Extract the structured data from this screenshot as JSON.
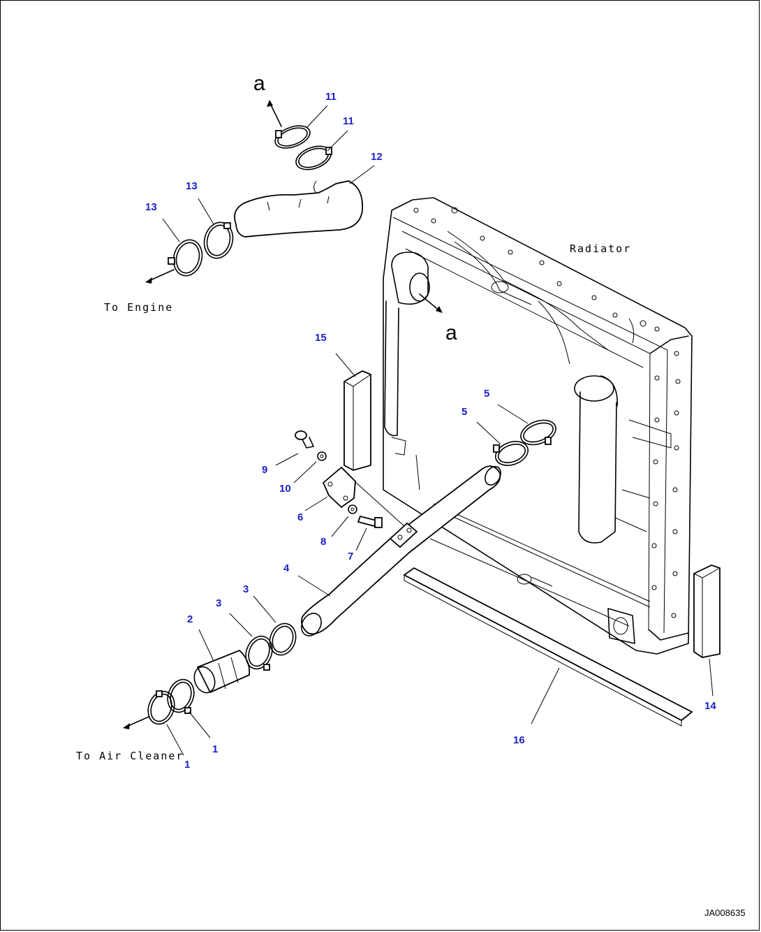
{
  "labels": {
    "radiator": "Radiator",
    "to_engine": "To Engine",
    "to_air_cleaner": "To Air Cleaner",
    "ref_a_top": "a",
    "ref_a_radiator": "a",
    "drawing_id": "JA008635"
  },
  "callouts": {
    "c1a": "1",
    "c1b": "1",
    "c2": "2",
    "c3a": "3",
    "c3b": "3",
    "c4": "4",
    "c5a": "5",
    "c5b": "5",
    "c6": "6",
    "c7": "7",
    "c8": "8",
    "c9": "9",
    "c10": "10",
    "c11a": "11",
    "c11b": "11",
    "c12": "12",
    "c13a": "13",
    "c13b": "13",
    "c14": "14",
    "c15": "15",
    "c16": "16"
  },
  "colors": {
    "callout": "#1a22c8",
    "line": "#000000"
  }
}
